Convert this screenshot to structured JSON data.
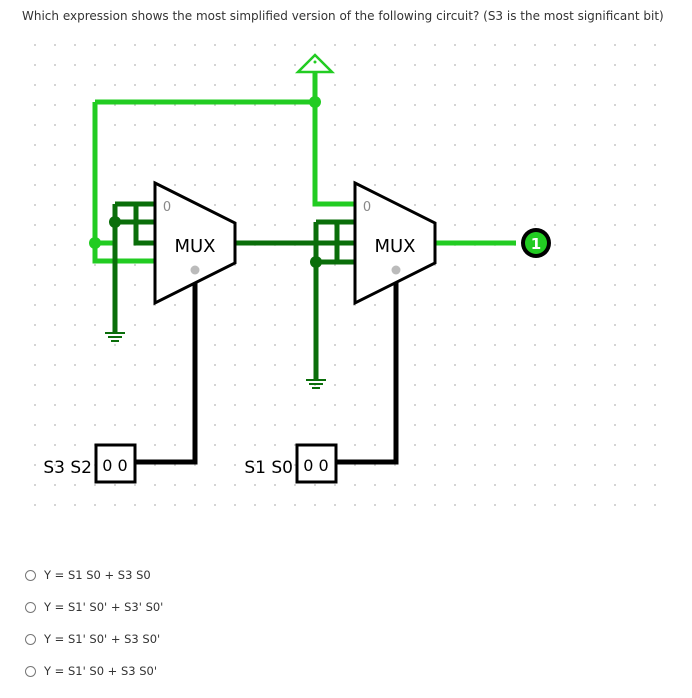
{
  "question": "Which expression shows the most simplified version of the following circuit?  (S3 is the most significant bit)",
  "circuit": {
    "mux1": {
      "label": "MUX",
      "top_input": "0"
    },
    "mux2": {
      "label": "MUX",
      "top_input": "0"
    },
    "output_value": "1",
    "pin_left": {
      "label": "S3 S2",
      "value": "0 0"
    },
    "pin_right": {
      "label": "S1 S0",
      "value": "0 0"
    }
  },
  "options": [
    {
      "text": "Y = S1 S0 + S3 S0"
    },
    {
      "text": "Y = S1' S0' + S3' S0'"
    },
    {
      "text": "Y = S1' S0' + S3 S0'"
    },
    {
      "text": "Y = S1' S0 + S3 S0'"
    }
  ],
  "colors": {
    "wire_bright": "#22cc22",
    "wire_dark": "#0a6e0a",
    "wire_black": "#000000",
    "grid_dot": "#c6c6c6"
  }
}
